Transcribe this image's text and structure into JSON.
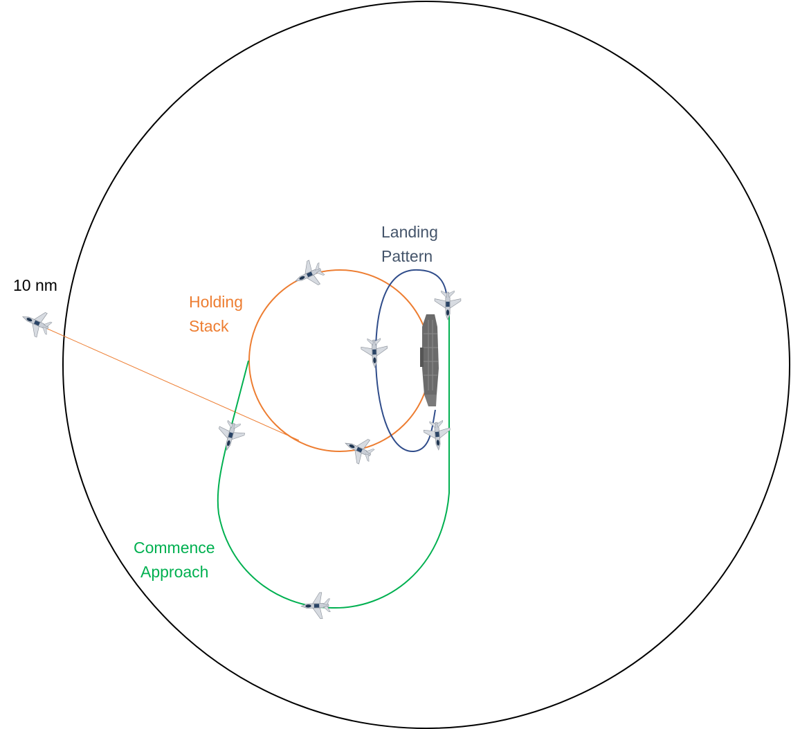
{
  "range_ring": {
    "label": "10 nm"
  },
  "holding": {
    "label_line1": "Holding",
    "label_line2": "Stack"
  },
  "landing": {
    "label_line1": "Landing",
    "label_line2": "Pattern"
  },
  "approach": {
    "label_line1": "Commence",
    "label_line2": "Approach"
  },
  "colors": {
    "ring": "#000000",
    "holding": "#ED7D31",
    "landing": "#2F4C8A",
    "landing_text": "#44546A",
    "approach": "#00B050",
    "ship": "#6b6b6b"
  },
  "icons": {
    "aircraft": "fighter-jet-icon",
    "ship": "aircraft-carrier-icon"
  }
}
